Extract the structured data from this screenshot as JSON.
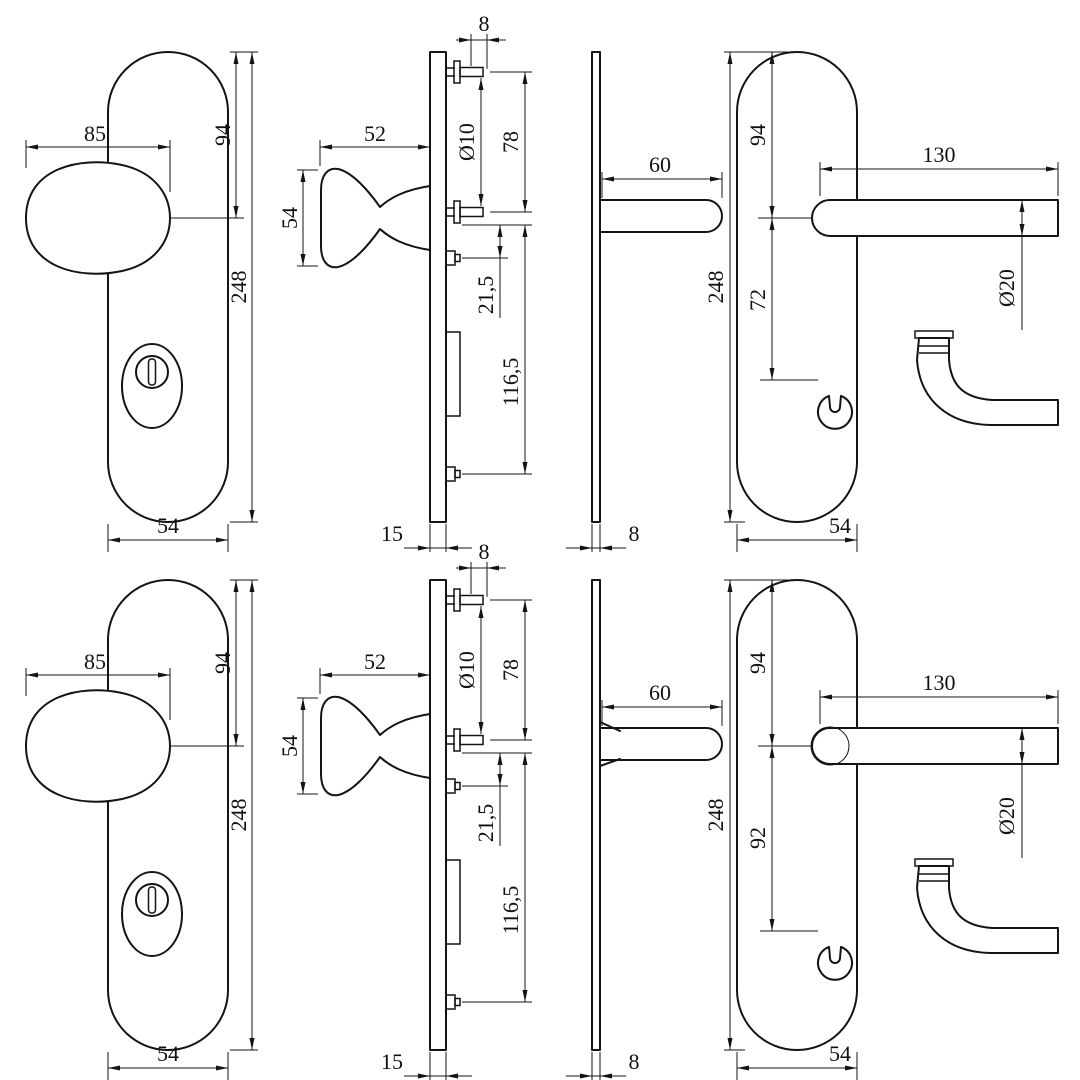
{
  "rows": [
    {
      "knob_plate": {
        "knob_width": "85",
        "top_to_grip": "94",
        "plate_height": "248",
        "plate_width": "54"
      },
      "knob_side": {
        "knob_depth": "52",
        "knob_diameter": "54",
        "screw_tip": "8",
        "screw_diameter": "Ø10",
        "spacing_upper": "78",
        "spacing_middle": "21,5",
        "spacing_lower": "116,5",
        "plate_thickness": "15"
      },
      "lever_side": {
        "projection": "60",
        "plate_thickness": "8"
      },
      "lever_plate": {
        "top_to_grip": "94",
        "plate_height": "248",
        "grip_to_cylinder": "72",
        "lever_length": "130",
        "lever_diameter": "Ø20",
        "plate_width": "54"
      }
    },
    {
      "knob_plate": {
        "knob_width": "85",
        "top_to_grip": "94",
        "plate_height": "248",
        "plate_width": "54"
      },
      "knob_side": {
        "knob_depth": "52",
        "knob_diameter": "54",
        "screw_tip": "8",
        "screw_diameter": "Ø10",
        "spacing_upper": "78",
        "spacing_middle": "21,5",
        "spacing_lower": "116,5",
        "plate_thickness": "15"
      },
      "lever_side": {
        "projection": "60",
        "plate_thickness": "8"
      },
      "lever_plate": {
        "top_to_grip": "94",
        "plate_height": "248",
        "grip_to_cylinder": "92",
        "lever_length": "130",
        "lever_diameter": "Ø20",
        "plate_width": "54"
      }
    }
  ]
}
